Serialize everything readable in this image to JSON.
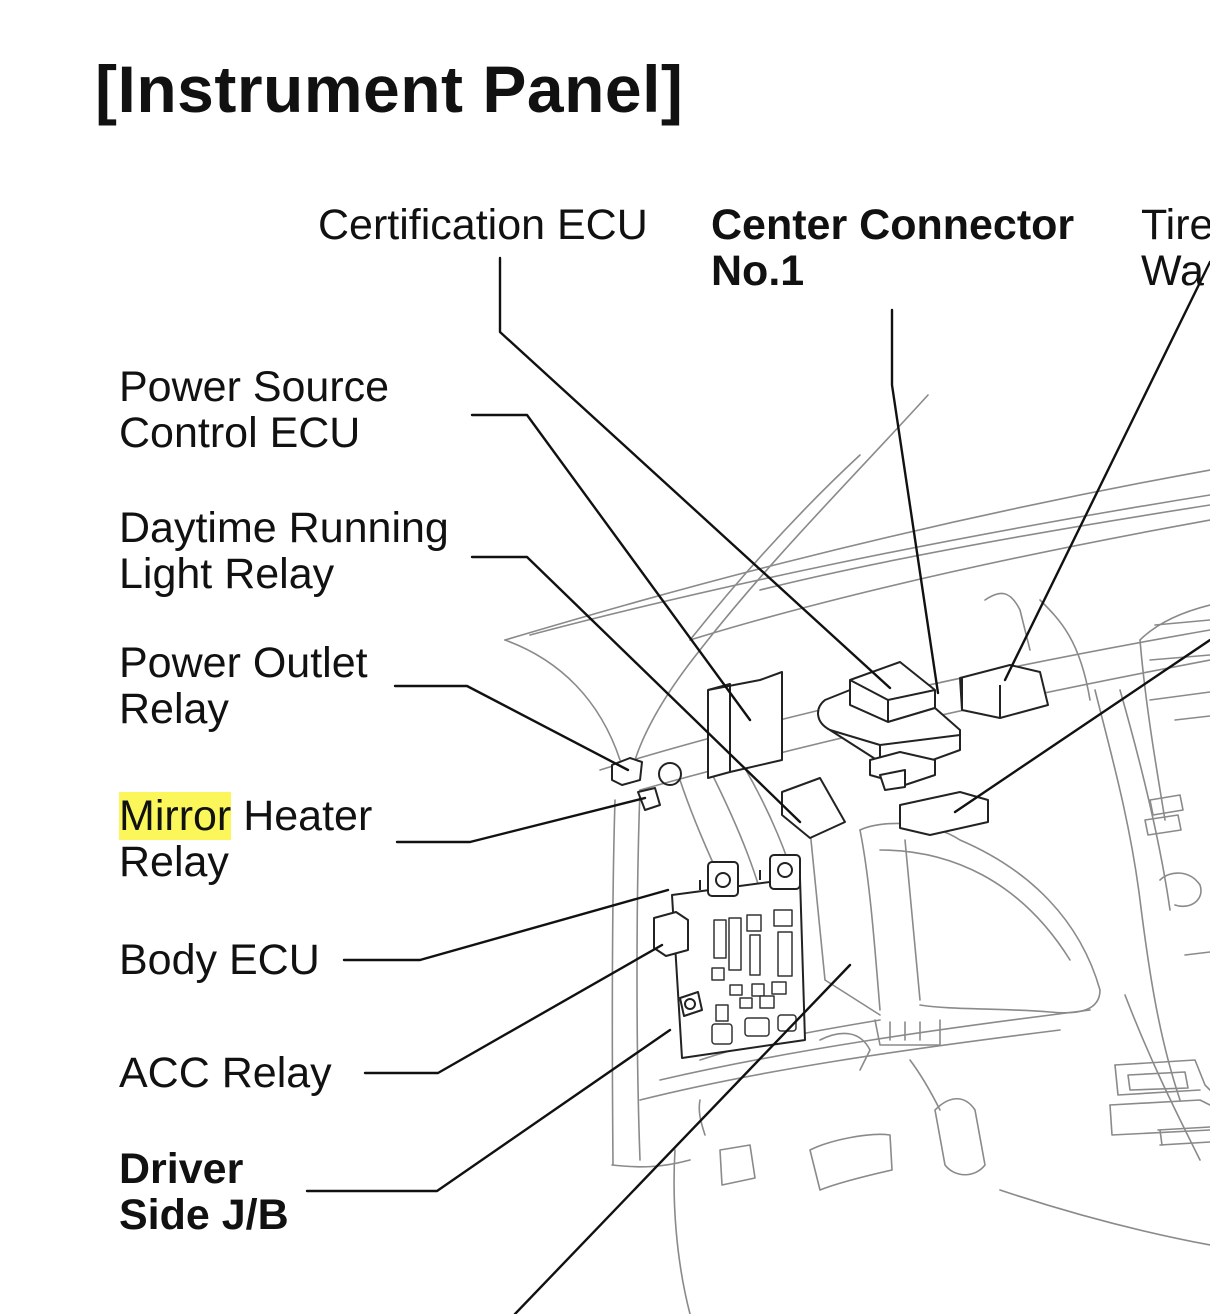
{
  "title": "[Instrument Panel]",
  "labels": {
    "certification_ecu": "Certification ECU",
    "center_connector_line1": "Center Connector",
    "center_connector_line2": "No.1",
    "tire_line1": "Tire",
    "tire_line2": "Wa",
    "power_source_line1": "Power Source",
    "power_source_line2": "Control ECU",
    "drl_line1": "Daytime Running",
    "drl_line2": "Light Relay",
    "power_outlet_line1": "Power Outlet",
    "power_outlet_line2": "Relay",
    "mirror_word": "Mirror",
    "mirror_rest": " Heater",
    "mirror_line2": "Relay",
    "body_ecu": "Body ECU",
    "acc_relay": "ACC Relay",
    "driver_line1": "Driver",
    "driver_line2": "Side J/B"
  },
  "colors": {
    "ink": "#111111",
    "drawing_gray": "#8a8a8a",
    "highlight": "#fbf75a"
  }
}
